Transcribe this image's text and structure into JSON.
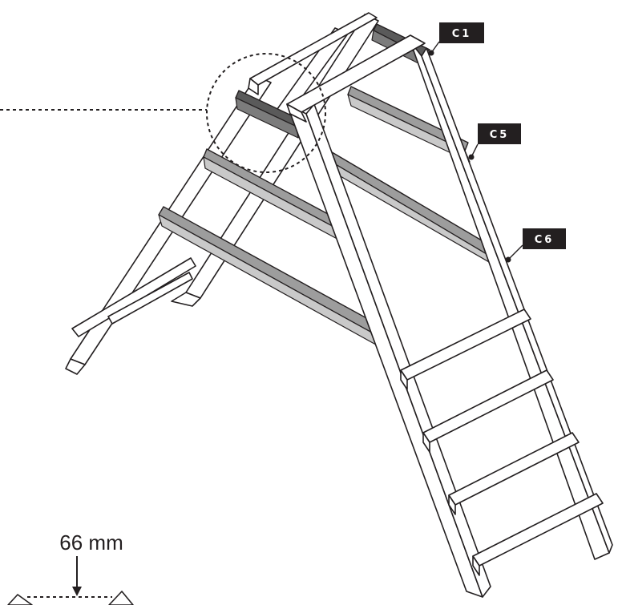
{
  "labels": {
    "c1": "C1",
    "c5": "C5",
    "c6": "C6"
  },
  "dimension": {
    "text": "66 mm"
  },
  "colors": {
    "outline": "#231f20",
    "tag_background": "#231f20",
    "tag_text": "#ffffff",
    "rung_dark": "#5a5a5a",
    "rung_mid": "#9d9d9d",
    "wood": "#ffffff"
  }
}
